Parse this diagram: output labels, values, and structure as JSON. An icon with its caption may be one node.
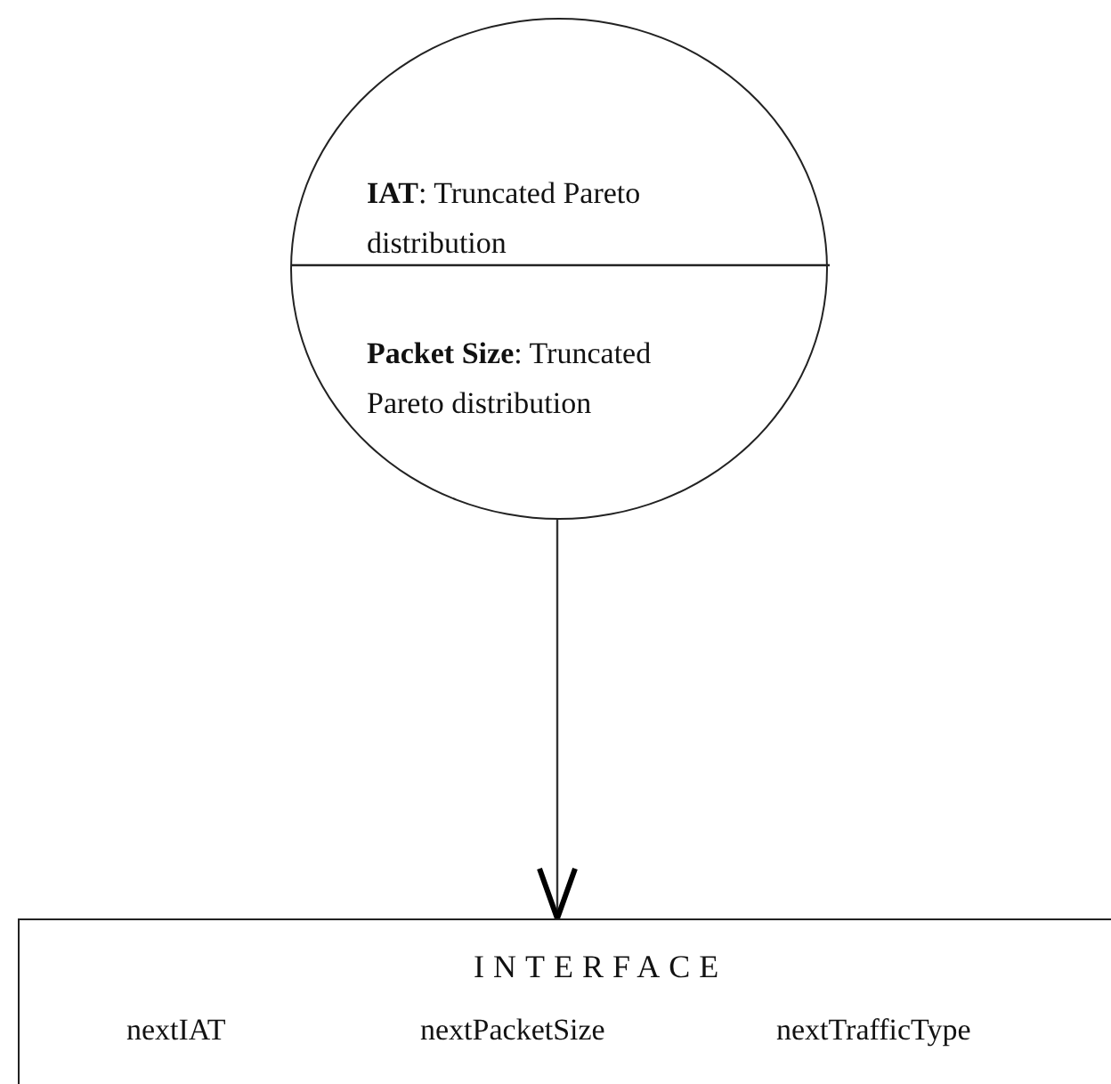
{
  "diagram": {
    "nodes": [
      {
        "text": [
          "**IAT**: Truncated Pareto distribution",
          "**Packet Size**: Truncated Pareto distribution"
        ]
      },
      {
        "text": [
          "INTERFACE",
          "nextIAT",
          "nextPacketSize",
          "nextTrafficType"
        ]
      }
    ],
    "edges": [
      {
        "from": 0,
        "to": 1,
        "arrow": "to"
      }
    ]
  }
}
